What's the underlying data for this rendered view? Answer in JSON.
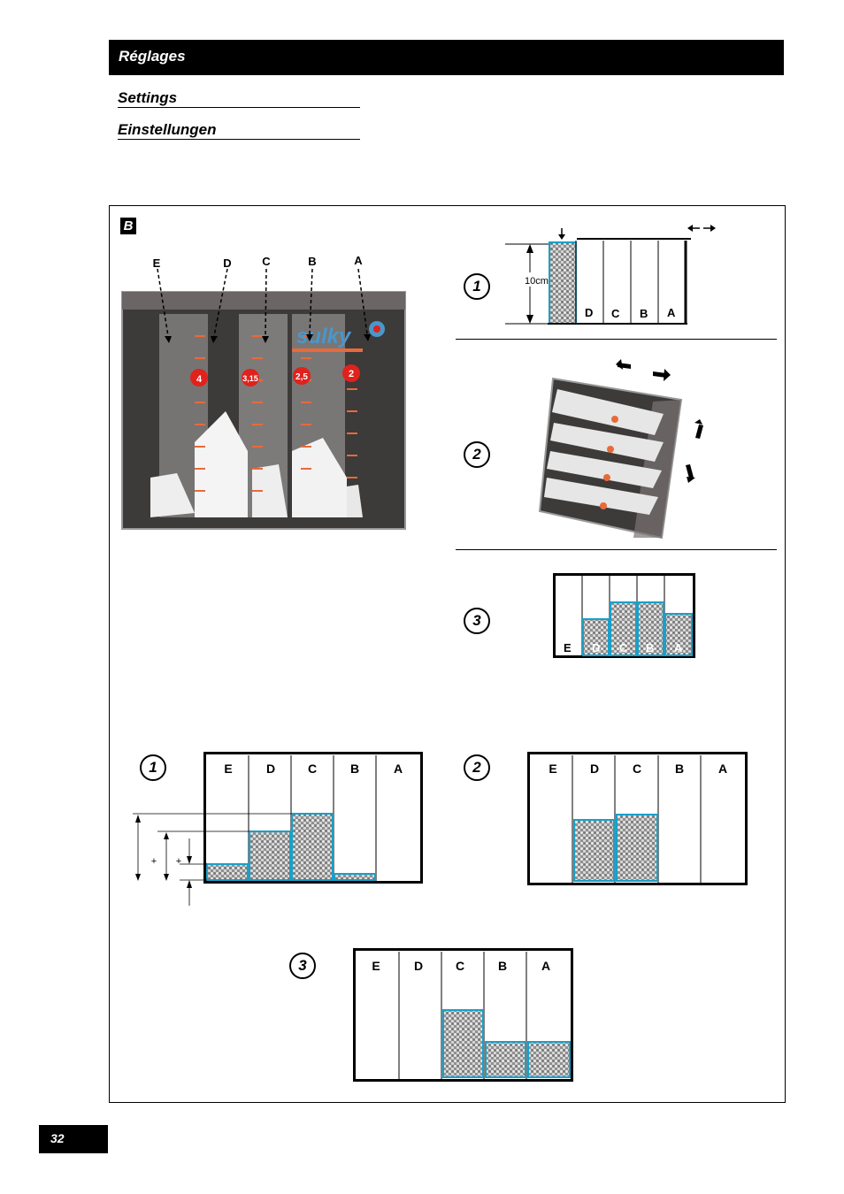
{
  "header": {
    "title": "Réglages"
  },
  "subtitles": {
    "settings": "Settings",
    "einstellungen": "Einstellungen"
  },
  "figure": {
    "badge": "B",
    "photo_labels": [
      "E",
      "D",
      "C",
      "B",
      "A"
    ],
    "photo_markers": [
      "4",
      "3,15",
      "2,5",
      "2"
    ],
    "brand": "sulky",
    "steps": [
      "1",
      "2",
      "3"
    ],
    "step1": {
      "height_label": "10cm",
      "bins": [
        "D",
        "C",
        "B",
        "A"
      ]
    },
    "step3": {
      "bins": [
        "E",
        "D",
        "C",
        "B",
        "A"
      ]
    },
    "bottom_bins": [
      "E",
      "D",
      "C",
      "B",
      "A"
    ],
    "plus": "+"
  },
  "colors": {
    "accent_red": "#e1211b",
    "bin_outline": "#1aa0c8"
  },
  "page": {
    "number": "32"
  }
}
